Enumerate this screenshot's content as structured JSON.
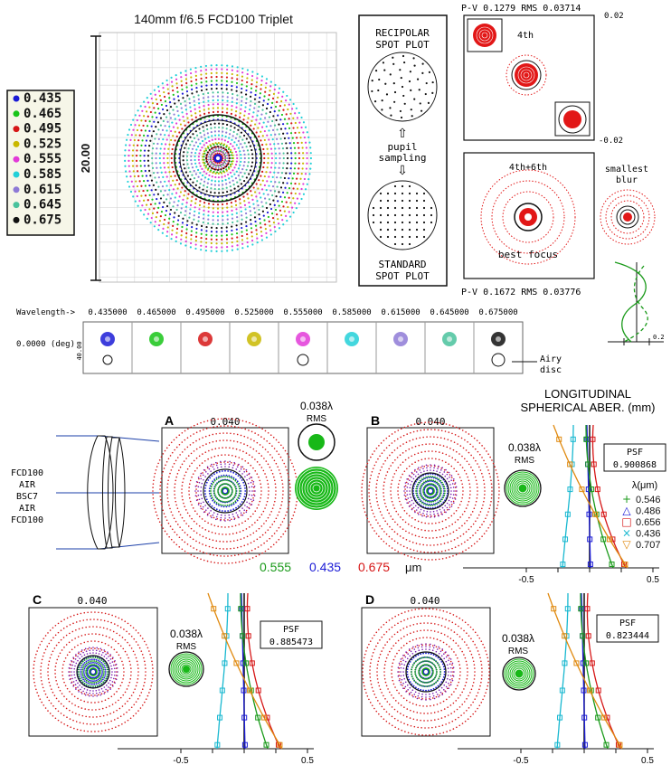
{
  "title": "140mm f/6.5 FCD100 Triplet",
  "scale_label": "20.00",
  "wavelength_legend": [
    "0.435",
    "0.465",
    "0.495",
    "0.525",
    "0.555",
    "0.585",
    "0.615",
    "0.645",
    "0.675"
  ],
  "colors": {
    "0.435": "#1b1bd6",
    "0.465": "#18c418",
    "0.495": "#d61616",
    "0.525": "#c9b800",
    "0.555": "#e23ad8",
    "0.585": "#22d0d8",
    "0.615": "#8e7ad6",
    "0.645": "#49c29c",
    "0.675": "#111111"
  },
  "sampling": {
    "recipolar_l1": "RECIPOLAR",
    "recipolar_l2": "SPOT PLOT",
    "pupil_l1": "pupil",
    "pupil_l2": "sampling",
    "standard_l1": "STANDARD",
    "standard_l2": "SPOT PLOT"
  },
  "top_right": {
    "pv_top": "P-V 0.1279 RMS 0.03714",
    "scale_pos": "0.02",
    "scale_neg": "-0.02",
    "label_4th": "4th",
    "label_46": "4th+6th",
    "best_focus": "best focus",
    "smallest_l1": "smallest",
    "smallest_l2": "blur",
    "pv_bottom": "P-V 0.1672 RMS 0.03776",
    "mini_axis": "0.2"
  },
  "strip": {
    "wavelength_label": "Wavelength->",
    "wavelengths": [
      "0.435000",
      "0.465000",
      "0.495000",
      "0.525000",
      "0.555000",
      "0.585000",
      "0.615000",
      "0.645000",
      "0.675000"
    ],
    "field": "0.0000 (deg)",
    "side_scale": "40.00",
    "airy_l1": "Airy",
    "airy_l2": "disc"
  },
  "lens": {
    "elements": [
      "FCD100",
      "AIR",
      "BSC7",
      "AIR",
      "FCD100"
    ]
  },
  "panels": {
    "A": {
      "letter": "A",
      "scale": "0.040",
      "rms": "0.038λ",
      "rms2": "RMS"
    },
    "B": {
      "letter": "B",
      "scale": "0.040",
      "rms": "0.038λ",
      "rms2": "RMS",
      "psf_title": "PSF",
      "psf_value": "0.900868"
    },
    "C": {
      "letter": "C",
      "scale": "0.040",
      "rms": "0.038λ",
      "rms2": "RMS",
      "psf_title": "PSF",
      "psf_value": "0.885473"
    },
    "D": {
      "letter": "D",
      "scale": "0.040",
      "rms": "0.038λ",
      "rms2": "RMS",
      "psf_title": "PSF",
      "psf_value": "0.823444"
    }
  },
  "bottom_wavelengths": {
    "w1": "0.555",
    "w2": "0.435",
    "w3": "0.675",
    "unit": "μm"
  },
  "longitudinal": {
    "title_l1": "LONGITUDINAL",
    "title_l2": "SPHERICAL ABER. (mm)",
    "lambda_header": "λ(μm)",
    "legend": [
      {
        "marker": "+",
        "value": "0.546",
        "color": "#1a9a1a"
      },
      {
        "marker": "△",
        "value": "0.486",
        "color": "#1b1bd6"
      },
      {
        "marker": "□",
        "value": "0.656",
        "color": "#d61616"
      },
      {
        "marker": "×",
        "value": "0.436",
        "color": "#18b8d0"
      },
      {
        "marker": "▽",
        "value": "0.707",
        "color": "#e08a10"
      }
    ],
    "axis_min": "-0.5",
    "axis_max": "0.5"
  }
}
